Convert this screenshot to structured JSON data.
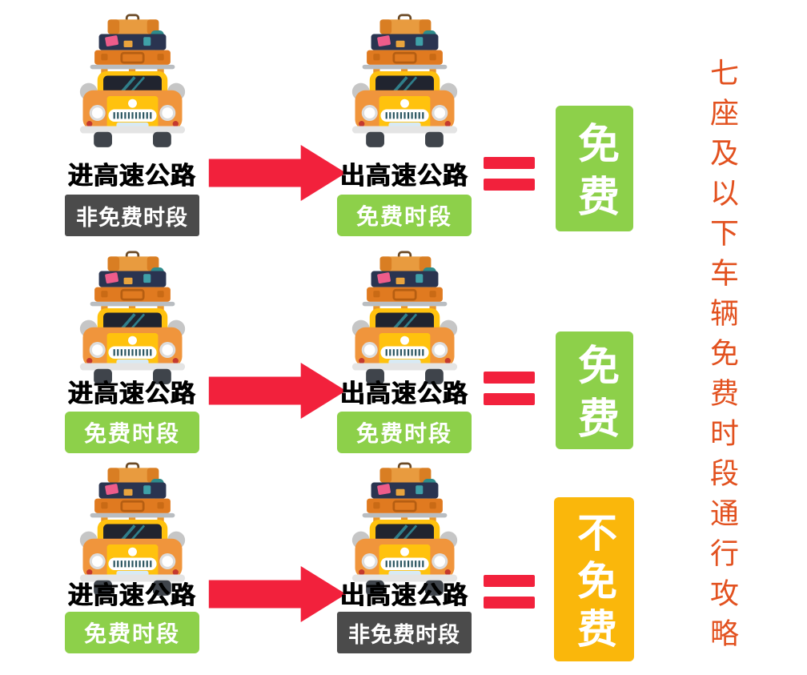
{
  "title": {
    "text": "七座及以下车辆免费时段通行攻略"
  },
  "colors": {
    "free_green": "#8DD04A",
    "paid_dark": "#4B4B4B",
    "not_free_yellow": "#FAB70B",
    "accent_red": "#F2213C",
    "title_orange": "#E2511F",
    "heading_black": "#000000",
    "background": "#FFFFFF"
  },
  "icons": {
    "car": "car-with-luggage-icon",
    "arrow": "right-arrow-icon",
    "equals": "equals-icon"
  },
  "rows": [
    {
      "enter": {
        "heading": "进高速公路",
        "period": "非免费时段",
        "period_type": "paid"
      },
      "exit": {
        "heading": "出高速公路",
        "period": "免费时段",
        "period_type": "free"
      },
      "result": {
        "label": "免费",
        "type": "free"
      }
    },
    {
      "enter": {
        "heading": "进高速公路",
        "period": "免费时段",
        "period_type": "free"
      },
      "exit": {
        "heading": "出高速公路",
        "period": "免费时段",
        "period_type": "free"
      },
      "result": {
        "label": "免费",
        "type": "free"
      }
    },
    {
      "enter": {
        "heading": "进高速公路",
        "period": "免费时段",
        "period_type": "free"
      },
      "exit": {
        "heading": "出高速公路",
        "period": "非免费时段",
        "period_type": "paid"
      },
      "result": {
        "label": "不免费",
        "type": "not_free"
      }
    }
  ]
}
